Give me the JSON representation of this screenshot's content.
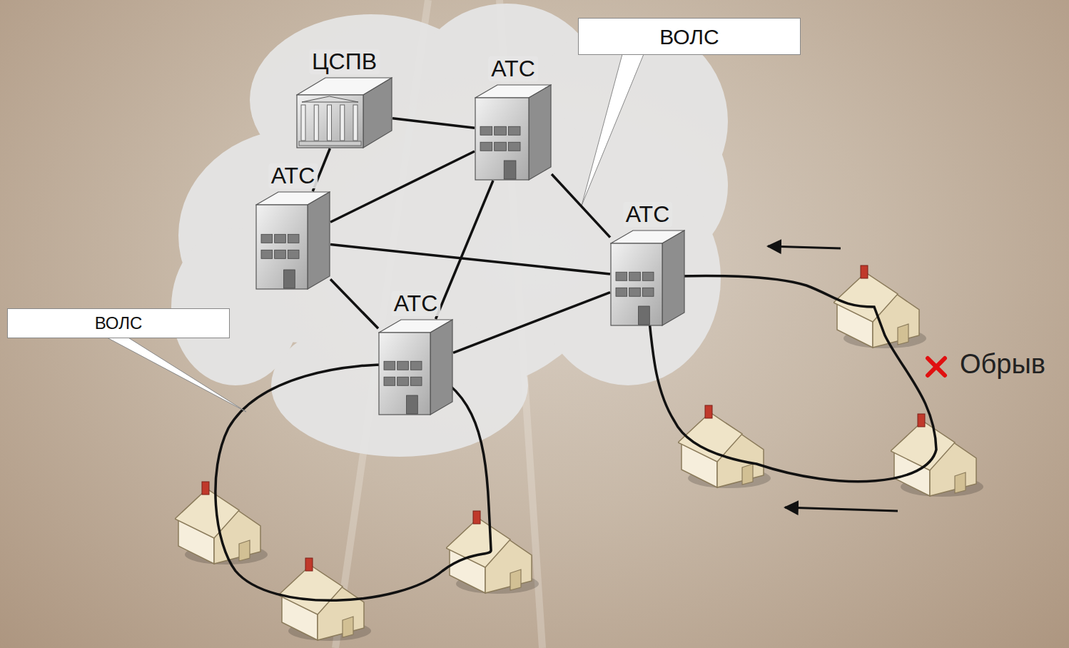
{
  "diagram": {
    "nodes": [
      {
        "text": [
          "ЦСПВ"
        ]
      },
      {
        "text": [
          "ВОЛС"
        ]
      },
      {
        "text": [
          "АТС"
        ]
      },
      {
        "text": [
          "АТС"
        ]
      },
      {
        "text": [
          "АТС"
        ]
      },
      {
        "text": [
          "АТС"
        ]
      },
      {
        "text": [
          "ВОЛС"
        ]
      }
    ],
    "edges": [
      {
        "from": 0,
        "to": 2,
        "arrow": "none"
      },
      {
        "from": 0,
        "to": 3,
        "arrow": "none"
      },
      {
        "from": 2,
        "to": 3,
        "arrow": "none"
      },
      {
        "from": 2,
        "to": 5,
        "arrow": "none"
      },
      {
        "from": 2,
        "to": 4,
        "arrow": "none"
      },
      {
        "from": 3,
        "to": 4,
        "arrow": "none"
      },
      {
        "from": 3,
        "to": 5,
        "arrow": "none"
      },
      {
        "from": 5,
        "to": 4,
        "arrow": "none"
      }
    ],
    "labels": [
      "Обрыв"
    ]
  }
}
